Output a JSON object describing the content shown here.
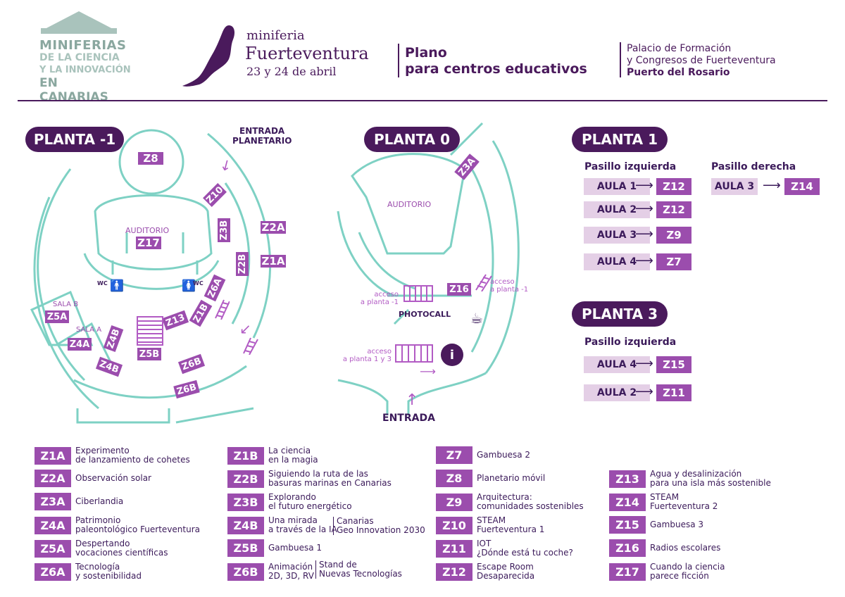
{
  "header": {
    "logo_line1": "MINIFERIAS",
    "logo_line2": "DE LA CIENCIA",
    "logo_line3": "Y LA INNOVACIÓN",
    "logo_line4": "EN CANARIAS",
    "fair_small": "miniferia",
    "fair_name": "Fuerteventura",
    "fair_date": "23 y 24 de abril",
    "plan_line1": "Plano",
    "plan_line2": "para centros educativos",
    "venue_line1": "Palacio de Formación",
    "venue_line2": "y Congresos de Fuerteventura",
    "venue_line3": "Puerto del Rosario"
  },
  "colors": {
    "purple_dark": "#4a1a5c",
    "purple": "#9b4dad",
    "purple_light": "#e4cfe6",
    "teal": "#7ed1c4",
    "logo_grey": "#a9c3bc"
  },
  "planta_m1": {
    "title": "PLANTA -1",
    "entrada_planetario_1": "ENTRADA",
    "entrada_planetario_2": "PLANETARIO",
    "auditorio": "AUDITORIO",
    "wc_left": "WC",
    "wc_right": "WC",
    "sala_b": "SALA B",
    "sala_a": "SALA A",
    "tags": {
      "z8": "Z8",
      "z10": "Z10",
      "z3b": "Z3B",
      "z2a": "Z2A",
      "z17": "Z17",
      "z2b": "Z2B",
      "z1a": "Z1A",
      "z6a": "Z6A",
      "z1b": "Z1B",
      "z13": "Z13",
      "z5a": "Z5A",
      "z4a": "Z4A",
      "z4b_a": "Z4B",
      "z4b_b": "Z4B",
      "z5b": "Z5B",
      "z6b_a": "Z6B",
      "z6b_b": "Z6B"
    }
  },
  "planta_0": {
    "title": "PLANTA 0",
    "auditorio": "AUDITORIO",
    "acceso_m1_left_1": "acceso",
    "acceso_m1_left_2": "a planta -1",
    "acceso_m1_right_1": "acceso",
    "acceso_m1_right_2": "a planta -1",
    "photocall": "PHOTOCALL",
    "acceso_13_1": "acceso",
    "acceso_13_2": "a planta 1 y 3",
    "entrada": "ENTRADA",
    "info_icon": "i",
    "tags": {
      "z3a": "Z3A",
      "z16": "Z16"
    }
  },
  "planta_1": {
    "title": "PLANTA 1",
    "left_heading": "Pasillo izquierda",
    "right_heading": "Pasillo derecha",
    "rows_left": [
      {
        "aula": "AULA 1",
        "zone": "Z12"
      },
      {
        "aula": "AULA 2",
        "zone": "Z12"
      },
      {
        "aula": "AULA 3",
        "zone": "Z9"
      },
      {
        "aula": "AULA 4",
        "zone": "Z7"
      }
    ],
    "rows_right": [
      {
        "aula": "AULA 3",
        "zone": "Z14"
      }
    ],
    "arrow": "⟶"
  },
  "planta_3": {
    "title": "PLANTA 3",
    "heading": "Pasillo izquierda",
    "rows": [
      {
        "aula": "AULA 4",
        "zone": "Z15"
      },
      {
        "aula": "AULA 2",
        "zone": "Z11"
      }
    ]
  },
  "legend": {
    "col1": [
      {
        "code": "Z1A",
        "text": "Experimento\nde lanzamiento de cohetes"
      },
      {
        "code": "Z2A",
        "text": "Observación solar"
      },
      {
        "code": "Z3A",
        "text": "Ciberlandia"
      },
      {
        "code": "Z4A",
        "text": "Patrimonio\npaleontológico Fuerteventura"
      },
      {
        "code": "Z5A",
        "text": "Despertando\nvocaciones científicas"
      },
      {
        "code": "Z6A",
        "text": "Tecnología\ny sostenibilidad"
      }
    ],
    "col2": [
      {
        "code": "Z1B",
        "text": "La ciencia\nen la magia"
      },
      {
        "code": "Z2B",
        "text": "Siguiendo la ruta de las\nbasuras marinas en Canarias"
      },
      {
        "code": "Z3B",
        "text": "Explorando\nel futuro energético"
      },
      {
        "code": "Z4B",
        "text": "Una mirada\na través de la IA"
      },
      {
        "code": "Z5B",
        "text": "Gambuesa 1"
      },
      {
        "code": "Z6B",
        "text": "Animación\n2D, 3D, RV"
      }
    ],
    "col2_z4b_extra": "Canarias\nGeo Innovation 2030",
    "col2_z6b_extra": "Stand de\nNuevas Tecnologías",
    "col3": [
      {
        "code": "Z7",
        "text": "Gambuesa 2"
      },
      {
        "code": "Z8",
        "text": "Planetario móvil"
      },
      {
        "code": "Z9",
        "text": "Arquitectura:\ncomunidades sostenibles"
      },
      {
        "code": "Z10",
        "text": "STEAM\nFuerteventura 1"
      },
      {
        "code": "Z11",
        "text": "IOT\n¿Dónde está tu coche?"
      },
      {
        "code": "Z12",
        "text": "Escape Room\nDesaparecida"
      }
    ],
    "col4": [
      {
        "code": "Z13",
        "text": "Agua y desalinización\npara una isla más sostenible"
      },
      {
        "code": "Z14",
        "text": "STEAM\nFuerteventura 2"
      },
      {
        "code": "Z15",
        "text": "Gambuesa 3"
      },
      {
        "code": "Z16",
        "text": "Radios escolares"
      },
      {
        "code": "Z17",
        "text": "Cuando la ciencia\nparece ficción"
      }
    ]
  }
}
